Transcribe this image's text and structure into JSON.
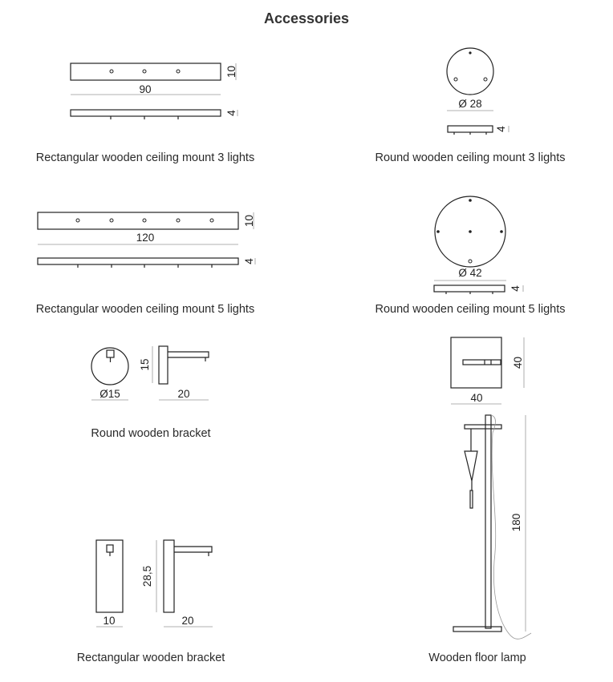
{
  "title": "Accessories",
  "items": [
    {
      "caption": "Rectangular wooden ceiling mount 3 lights",
      "dims": {
        "length": "90",
        "height": "10",
        "thickness": "4"
      }
    },
    {
      "caption": "Round wooden ceiling mount 3 lights",
      "dims": {
        "diameter": "Ø 28",
        "thickness": "4"
      }
    },
    {
      "caption": "Rectangular wooden ceiling mount 5 lights",
      "dims": {
        "length": "120",
        "height": "10",
        "thickness": "4"
      }
    },
    {
      "caption": "Round wooden ceiling mount 5 lights",
      "dims": {
        "diameter": "Ø 42",
        "thickness": "4"
      }
    },
    {
      "caption": "Round wooden bracket",
      "dims": {
        "diameter": "Ø15",
        "height": "15",
        "depth": "20"
      }
    },
    {
      "caption": "Wooden floor lamp",
      "dims": {
        "width": "40",
        "height": "40",
        "total_height": "180"
      }
    },
    {
      "caption": "Rectangular wooden bracket",
      "dims": {
        "width": "10",
        "height": "28,5",
        "depth": "20"
      }
    }
  ]
}
